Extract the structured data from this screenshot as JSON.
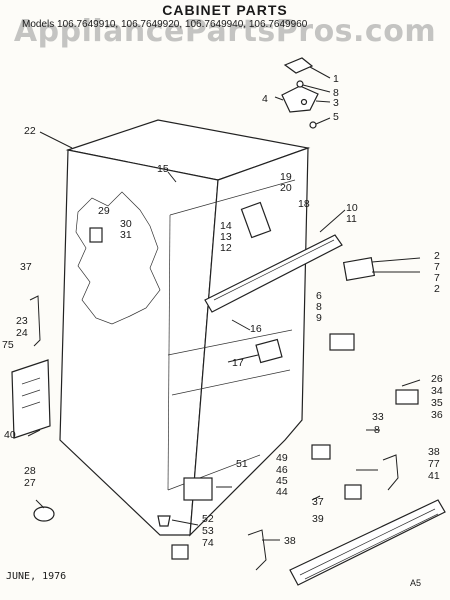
{
  "header": {
    "watermark": "AppliancePartsPros.com",
    "title": "CABINET PARTS",
    "models": "Models 106.7649910, 106.7649920, 106.7649940, 106.7649960"
  },
  "footer": {
    "date": "JUNE, 1976",
    "code": "A5"
  },
  "callouts": [
    {
      "id": "c1",
      "text": "1"
    },
    {
      "id": "c8a",
      "text": "8"
    },
    {
      "id": "c3",
      "text": "3"
    },
    {
      "id": "c4",
      "text": "4"
    },
    {
      "id": "c5",
      "text": "5"
    },
    {
      "id": "c22",
      "text": "22"
    },
    {
      "id": "c15",
      "text": "15"
    },
    {
      "id": "c19",
      "text": "19"
    },
    {
      "id": "c20",
      "text": "20"
    },
    {
      "id": "c18",
      "text": "18"
    },
    {
      "id": "c10",
      "text": "10"
    },
    {
      "id": "c11",
      "text": "11"
    },
    {
      "id": "c29",
      "text": "29"
    },
    {
      "id": "c30",
      "text": "30"
    },
    {
      "id": "c31",
      "text": "31"
    },
    {
      "id": "c14",
      "text": "14"
    },
    {
      "id": "c13",
      "text": "13"
    },
    {
      "id": "c12",
      "text": "12"
    },
    {
      "id": "c2a",
      "text": "2"
    },
    {
      "id": "c7a",
      "text": "7"
    },
    {
      "id": "c7b",
      "text": "7"
    },
    {
      "id": "c2b",
      "text": "2"
    },
    {
      "id": "c37a",
      "text": "37"
    },
    {
      "id": "c6",
      "text": "6"
    },
    {
      "id": "c8b",
      "text": "8"
    },
    {
      "id": "c9",
      "text": "9"
    },
    {
      "id": "c23",
      "text": "23"
    },
    {
      "id": "c24",
      "text": "24"
    },
    {
      "id": "c16",
      "text": "16"
    },
    {
      "id": "c75",
      "text": "75"
    },
    {
      "id": "c17",
      "text": "17"
    },
    {
      "id": "c26",
      "text": "26"
    },
    {
      "id": "c34",
      "text": "34"
    },
    {
      "id": "c35",
      "text": "35"
    },
    {
      "id": "c33",
      "text": "33"
    },
    {
      "id": "c36",
      "text": "36"
    },
    {
      "id": "c8c",
      "text": "8"
    },
    {
      "id": "c40",
      "text": "40"
    },
    {
      "id": "c49",
      "text": "49"
    },
    {
      "id": "c46",
      "text": "46"
    },
    {
      "id": "c45",
      "text": "45"
    },
    {
      "id": "c44",
      "text": "44"
    },
    {
      "id": "c38a",
      "text": "38"
    },
    {
      "id": "c77",
      "text": "77"
    },
    {
      "id": "c41",
      "text": "41"
    },
    {
      "id": "c51",
      "text": "51"
    },
    {
      "id": "c28",
      "text": "28"
    },
    {
      "id": "c27",
      "text": "27"
    },
    {
      "id": "c37b",
      "text": "37"
    },
    {
      "id": "c39",
      "text": "39"
    },
    {
      "id": "c52",
      "text": "52"
    },
    {
      "id": "c53",
      "text": "53"
    },
    {
      "id": "c74",
      "text": "74"
    },
    {
      "id": "c38b",
      "text": "38"
    }
  ]
}
